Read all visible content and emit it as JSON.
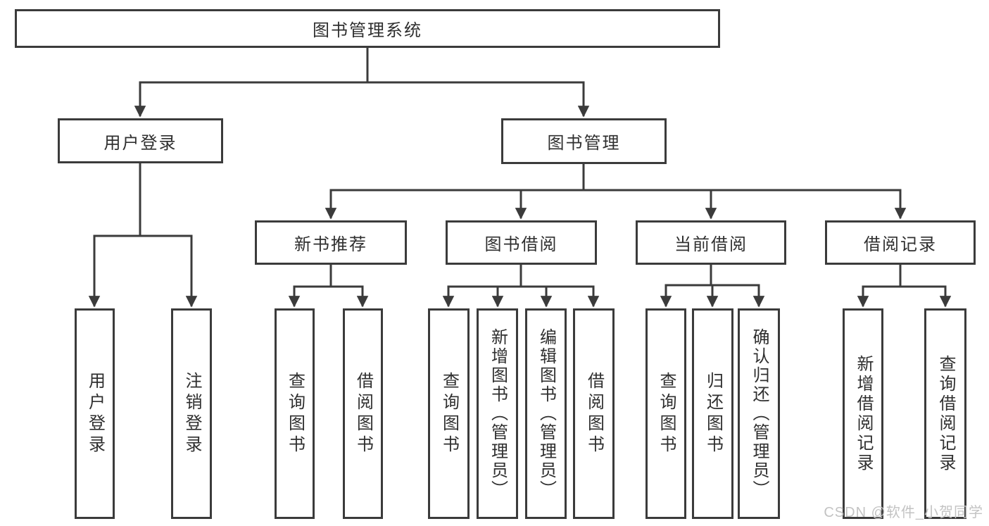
{
  "diagram_type": "hierarchy-tree",
  "tree": {
    "label": "图书管理系统",
    "children": [
      {
        "label": "用户登录",
        "children": [
          {
            "label": "用户登录"
          },
          {
            "label": "注销登录"
          }
        ]
      },
      {
        "label": "图书管理",
        "children": [
          {
            "label": "新书推荐",
            "children": [
              {
                "label": "查询图书"
              },
              {
                "label": "借阅图书"
              }
            ]
          },
          {
            "label": "图书借阅",
            "children": [
              {
                "label": "查询图书"
              },
              {
                "label": "新增图书（管理员）"
              },
              {
                "label": "编辑图书（管理员）"
              },
              {
                "label": "借阅图书"
              }
            ]
          },
          {
            "label": "当前借阅",
            "children": [
              {
                "label": "查询图书"
              },
              {
                "label": "归还图书"
              },
              {
                "label": "确认归还（管理员）"
              }
            ]
          },
          {
            "label": "借阅记录",
            "children": [
              {
                "label": "新增借阅记录"
              },
              {
                "label": "查询借阅记录"
              }
            ]
          }
        ]
      }
    ]
  },
  "watermark": "CSDN @软件_小贺同学",
  "colors": {
    "line": "#3b3b3b",
    "text": "#2f2f2f",
    "watermark": "#c3c3c3",
    "background": "#ffffff"
  }
}
